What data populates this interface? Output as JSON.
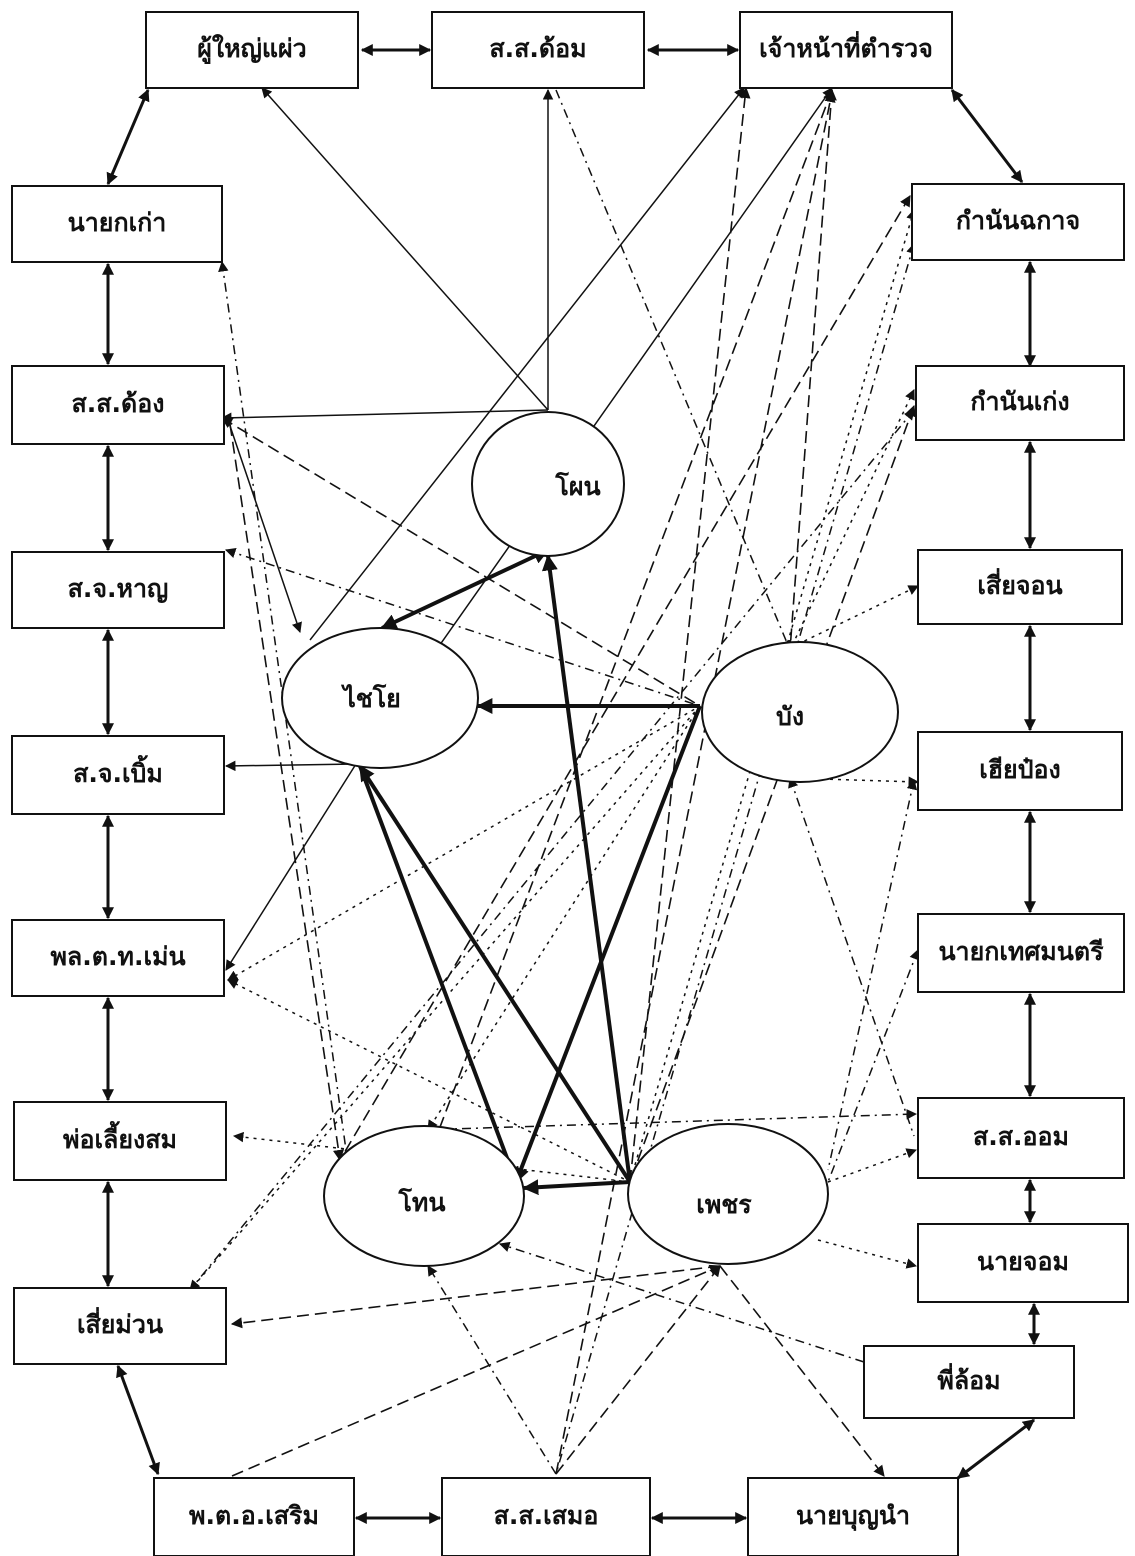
{
  "nodes": {
    "phuyai_phaeo": "ผู้ใหญ่แผ่ว",
    "ss_dom": "ส.ส.ด้อม",
    "police_officer": "เจ้าหน้าที่ตำรวจ",
    "nayok_kao": "นายกเก่า",
    "kamnan_chakat": "กำนันฉกาจ",
    "ss_dong": "ส.ส.ด้อง",
    "kamnan_keng": "กำนันเก่ง",
    "sj_han": "ส.จ.หาญ",
    "sia_chon": "เสี่ยจอน",
    "sj_boem": "ส.จ.เบิ้ม",
    "hia_pong": "เฮียป๋อง",
    "pol_man": "พล.ต.ท.เม่น",
    "nayok_thetsamontri": "นายกเทศมนตรี",
    "pho_liang_som": "พ่อเลี้ยงสม",
    "ss_om": "ส.ส.ออม",
    "nai_chom": "นายจอม",
    "sia_muan": "เสี่ยม่วน",
    "phi_lom": "พี่ล้อม",
    "po_soem": "พ.ต.อ.เสริม",
    "ss_samoe": "ส.ส.เสมอ",
    "nai_bunnam": "นายบุญนำ",
    "phon": "โผน",
    "chaiyo": "ไชโย",
    "bang": "บัง",
    "thon": "โทน",
    "phet": "เพชร"
  }
}
